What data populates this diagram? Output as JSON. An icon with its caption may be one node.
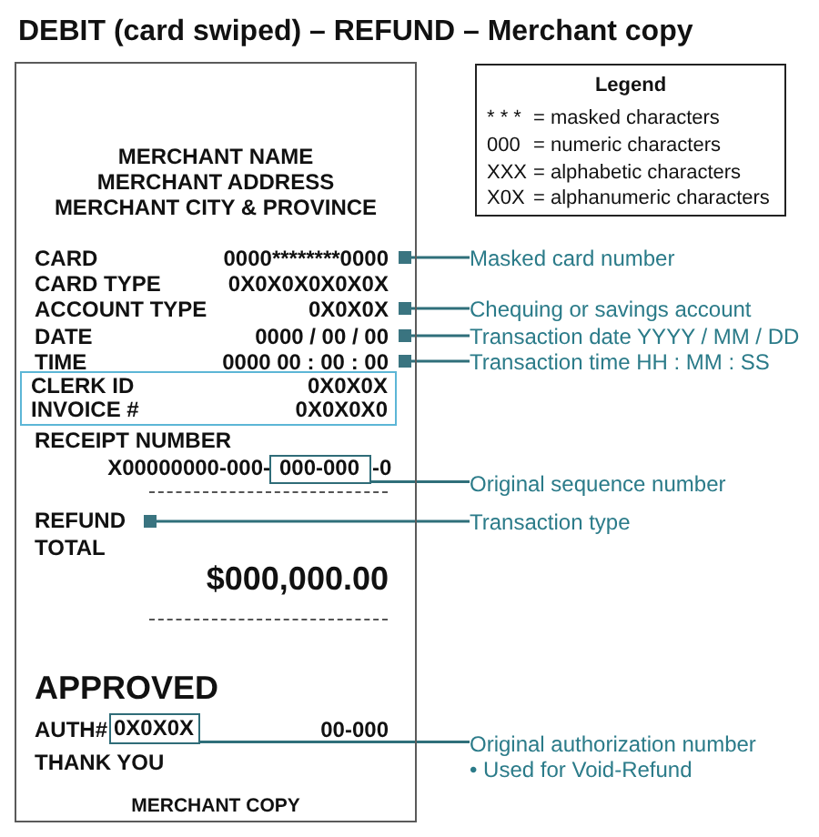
{
  "diagram": {
    "title": "DEBIT (card swiped) – REFUND – Merchant copy",
    "nodes": [
      {
        "text": [
          "MERCHANT NAME",
          "MERCHANT ADDRESS",
          "MERCHANT CITY & PROVINCE",
          "CARD",
          "0000********0000",
          "CARD TYPE",
          "0X0X0X0X0X0X",
          "ACCOUNT TYPE",
          "0X0X0X",
          "DATE",
          "0000 / 00 / 00",
          "TIME",
          "0000 00 : 00 : 00",
          "RECEIPT NUMBER",
          "X00000000-000-",
          "-0",
          "REFUND",
          "TOTAL",
          "$000,000.00",
          "APPROVED",
          "AUTH#",
          "00-000",
          "THANK YOU",
          "MERCHANT COPY"
        ]
      },
      {
        "text": [],
        "shape": "box",
        "in": 0
      },
      {
        "text": [],
        "shape": "box",
        "in": 0
      },
      {
        "text": [],
        "shape": "box",
        "in": 0
      },
      {
        "text": [],
        "shape": "box",
        "in": 0
      },
      {
        "text": [
          "CLERK ID",
          "0X0X0X",
          "INVOICE #",
          "0X0X0X0"
        ],
        "in": 0
      },
      {
        "text": [
          "000-000"
        ],
        "in": 0
      },
      {
        "text": [],
        "shape": "box",
        "in": 0
      },
      {
        "text": [
          "0X0X0X"
        ],
        "in": 0
      },
      {
        "text": [
          "Legend",
          "* * *",
          "= masked characters",
          "000",
          "= numeric characters",
          "XXX",
          "= alphabetic characters",
          "X0X",
          "= alphanumeric characters"
        ]
      },
      {
        "text": [
          "Masked card number"
        ]
      },
      {
        "text": [
          "Chequing or savings account"
        ]
      },
      {
        "text": [
          "Transaction date YYYY / MM / DD"
        ]
      },
      {
        "text": [
          "Transaction time HH : MM : SS"
        ]
      },
      {
        "text": [
          "Original sequence number"
        ]
      },
      {
        "text": [
          "Transaction type"
        ]
      },
      {
        "text": [
          "Original authorization number",
          "• Used for Void-Refund"
        ]
      }
    ],
    "edges": [
      {
        "from": 10,
        "to": 1,
        "arrow": "none"
      },
      {
        "from": 11,
        "to": 2,
        "arrow": "none"
      },
      {
        "from": 12,
        "to": 3,
        "arrow": "none"
      },
      {
        "from": 13,
        "to": 4,
        "arrow": "none"
      },
      {
        "from": 14,
        "to": 6,
        "arrow": "none"
      },
      {
        "from": 15,
        "to": 7,
        "arrow": "none"
      },
      {
        "from": 16,
        "to": 8,
        "arrow": "none"
      }
    ]
  }
}
